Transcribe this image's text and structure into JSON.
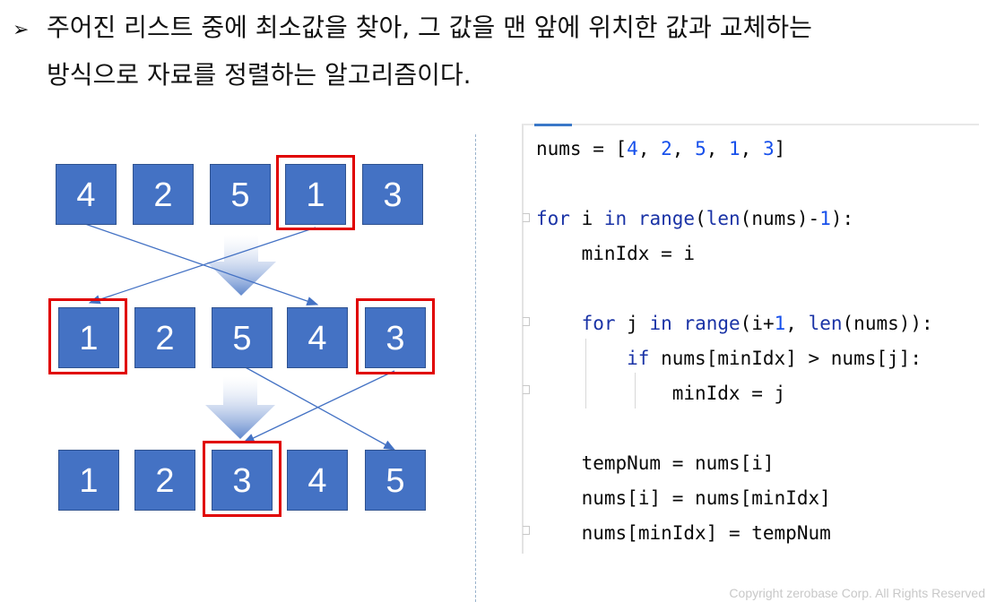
{
  "heading": {
    "bullet": "➢",
    "line1": "주어진 리스트 중에 최소값을 찾아, 그 값을 맨 앞에 위치한 값과 교체하는",
    "line2": "방식으로 자료를 정렬하는 알고리즘이다."
  },
  "diagram": {
    "rows": [
      {
        "values": [
          "4",
          "2",
          "5",
          "1",
          "3"
        ],
        "highlighted": [
          3
        ]
      },
      {
        "values": [
          "1",
          "2",
          "5",
          "4",
          "3"
        ],
        "highlighted": [
          0,
          4
        ]
      },
      {
        "values": [
          "1",
          "2",
          "3",
          "4",
          "5"
        ],
        "highlighted": [
          2
        ]
      }
    ],
    "swaps": [
      {
        "from_row": 0,
        "to_row": 1,
        "between": [
          0,
          3
        ]
      },
      {
        "from_row": 1,
        "to_row": 2,
        "between": [
          2,
          4
        ]
      }
    ],
    "colors": {
      "box": "#4472c4",
      "highlight": "#e00000",
      "arrow": "#4472c4"
    }
  },
  "code": {
    "lines": [
      "nums = [4, 2, 5, 1, 3]",
      "",
      "for i in range(len(nums)-1):",
      "    minIdx = i",
      "",
      "    for j in range(i+1, len(nums)):",
      "        if nums[minIdx] > nums[j]:",
      "            minIdx = j",
      "",
      "    tempNum = nums[i]",
      "    nums[i] = nums[minIdx]",
      "    nums[minIdx] = tempNum"
    ]
  },
  "footer": {
    "copyright": "Copyright zerobase Corp. All Rights Reserved"
  }
}
